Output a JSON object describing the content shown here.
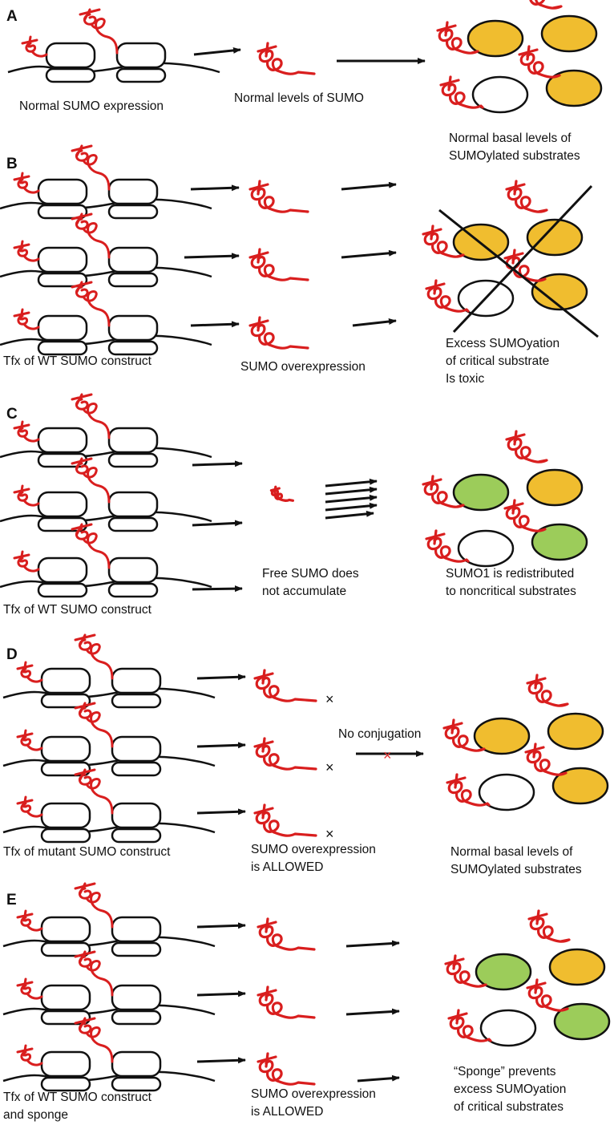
{
  "colors": {
    "sumo": "#d91e1e",
    "line": "#111111",
    "substrate_yellow": "#f0bd2f",
    "substrate_green": "#9ccc5a",
    "substrate_white": "#ffffff",
    "no_conjugation_x": "#e03030"
  },
  "panels": [
    {
      "letter": "A",
      "captions": [
        {
          "lines": [
            "Normal SUMO expression"
          ]
        },
        {
          "lines": [
            "Normal levels of SUMO"
          ]
        },
        {
          "lines": [
            "Normal basal levels of",
            "SUMOylated substrates"
          ]
        }
      ],
      "substrates": [
        "yellow",
        "yellow",
        "white",
        "yellow"
      ]
    },
    {
      "letter": "B",
      "captions": [
        {
          "lines": [
            "Tfx of WT SUMO construct"
          ]
        },
        {
          "lines": [
            "SUMO overexpression"
          ]
        },
        {
          "lines": [
            "Excess SUMOyation",
            "of critical substrate",
            "Is toxic"
          ]
        }
      ],
      "substrates": [
        "yellow",
        "yellow",
        "white",
        "yellow"
      ]
    },
    {
      "letter": "C",
      "captions": [
        {
          "lines": [
            "Tfx of WT SUMO construct"
          ]
        },
        {
          "lines": [
            "Free SUMO does",
            "not accumulate"
          ]
        },
        {
          "lines": [
            "SUMO1 is redistributed",
            "to noncritical substrates"
          ]
        }
      ],
      "substrates": [
        "green",
        "yellow",
        "white",
        "green"
      ]
    },
    {
      "letter": "D",
      "captions": [
        {
          "lines": [
            "Tfx of mutant SUMO construct"
          ]
        },
        {
          "lines": [
            "SUMO overexpression",
            "is ALLOWED"
          ]
        },
        {
          "lines": [
            "Normal basal levels of",
            "SUMOylated substrates"
          ]
        },
        {
          "lines": [
            "No conjugation"
          ]
        }
      ],
      "substrates": [
        "yellow",
        "yellow",
        "white",
        "yellow"
      ]
    },
    {
      "letter": "E",
      "captions": [
        {
          "lines": [
            "Tfx of WT SUMO construct",
            "and sponge"
          ]
        },
        {
          "lines": [
            "SUMO overexpression",
            "is ALLOWED"
          ]
        },
        {
          "lines": [
            "“Sponge” prevents",
            "excess SUMOyation",
            "of critical substrates"
          ]
        }
      ],
      "substrates": [
        "green",
        "yellow",
        "white",
        "green"
      ]
    }
  ]
}
